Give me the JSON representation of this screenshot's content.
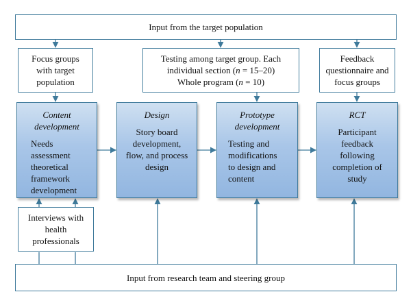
{
  "diagram": {
    "top_input": "Input from the target population",
    "bottom_input": "Input from research team and steering group",
    "focus_groups": {
      "lines": [
        "Focus groups",
        "with target",
        "population"
      ]
    },
    "testing": {
      "line1": "Testing among target group. Each",
      "line2_before": "individual section (",
      "n_symbol": "n",
      "line2_after": " = 15–20)",
      "line3_before": "Whole program (",
      "line3_after": " = 10)"
    },
    "feedback": {
      "lines": [
        "Feedback",
        "questionnaire and",
        "focus groups"
      ]
    },
    "stages": [
      {
        "head": [
          "Content",
          "development"
        ],
        "body": [
          "Needs",
          "assessment",
          "theoretical",
          "framework",
          "development"
        ]
      },
      {
        "head": [
          "Design"
        ],
        "body": [
          "Story board",
          "development,",
          "flow, and process",
          "design"
        ]
      },
      {
        "head": [
          "Prototype",
          "development"
        ],
        "body": [
          "Testing and",
          "modifications",
          "to design and",
          "content"
        ]
      },
      {
        "head": [
          "RCT"
        ],
        "body": [
          "Participant",
          "feedback",
          "following",
          "completion of",
          "study"
        ]
      }
    ],
    "interviews": {
      "lines": [
        "Interviews with",
        "health",
        "professionals"
      ]
    },
    "colors": {
      "border": "#3f7a9b",
      "stage_fill": "#a9c6e8",
      "arrow": "#3f7a9b"
    }
  }
}
